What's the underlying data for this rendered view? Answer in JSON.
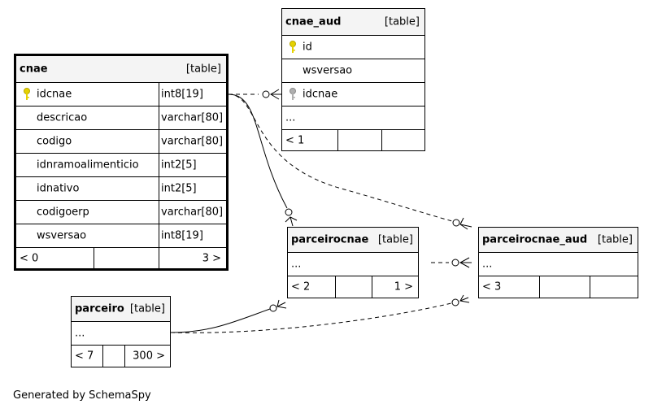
{
  "diagram": {
    "tables": {
      "cnae": {
        "name": "cnae",
        "type_label": "[table]",
        "columns": [
          {
            "name": "idcnae",
            "type": "int8[19]",
            "key": "primary"
          },
          {
            "name": "descricao",
            "type": "varchar[80]"
          },
          {
            "name": "codigo",
            "type": "varchar[80]"
          },
          {
            "name": "idnramoalimenticio",
            "type": "int2[5]"
          },
          {
            "name": "idnativo",
            "type": "int2[5]"
          },
          {
            "name": "codigoerp",
            "type": "varchar[80]"
          },
          {
            "name": "wsversao",
            "type": "int8[19]"
          }
        ],
        "footer": {
          "parents": "< 0",
          "children": "3 >"
        }
      },
      "cnae_aud": {
        "name": "cnae_aud",
        "type_label": "[table]",
        "columns": [
          {
            "name": "id",
            "key": "primary"
          },
          {
            "name": "wsversao"
          },
          {
            "name": "idcnae",
            "key": "foreign"
          }
        ],
        "ellipsis": "...",
        "footer": {
          "parents": "< 1",
          "children": ""
        }
      },
      "parceirocnae": {
        "name": "parceirocnae",
        "type_label": "[table]",
        "ellipsis": "...",
        "footer": {
          "parents": "< 2",
          "children": "1 >"
        }
      },
      "parceirocnae_aud": {
        "name": "parceirocnae_aud",
        "type_label": "[table]",
        "ellipsis": "...",
        "footer": {
          "parents": "< 3",
          "children": ""
        }
      },
      "parceiro": {
        "name": "parceiro",
        "type_label": "[table]",
        "ellipsis": "...",
        "footer": {
          "parents": "< 7",
          "children": "300 >"
        }
      }
    },
    "colors": {
      "header_bg": "#f4f4f4",
      "primary_key": "#e6d200",
      "foreign_key": "#b0b0b0",
      "line": "#000000"
    },
    "footer_text": "Generated by SchemaSpy"
  }
}
